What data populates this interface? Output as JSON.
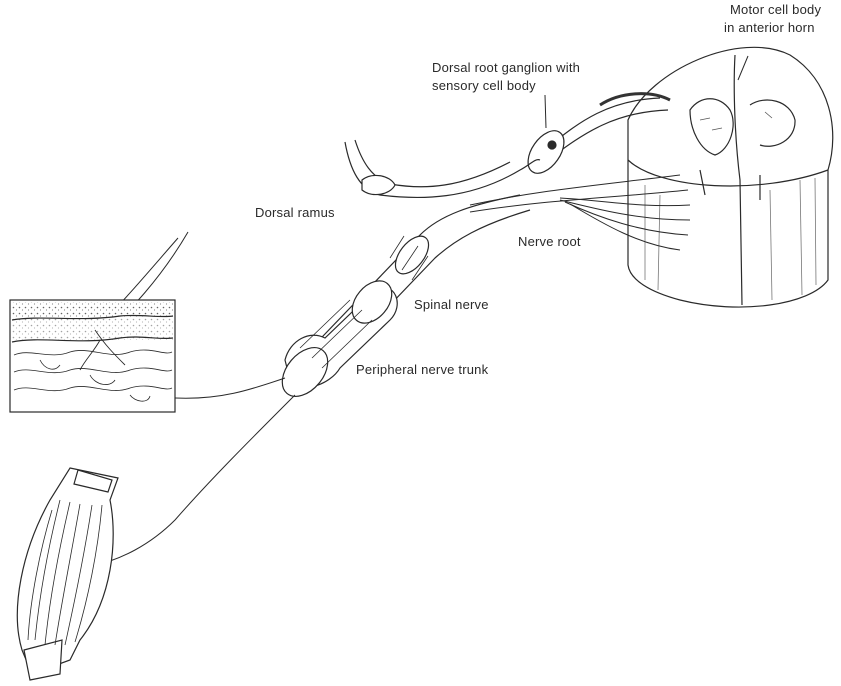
{
  "labels": {
    "motor_cell_line1": "Motor cell body",
    "motor_cell_line2": "in anterior horn",
    "dorsal_root_ganglion_line1": "Dorsal root ganglion with",
    "dorsal_root_ganglion_line2": "sensory cell body",
    "dorsal_ramus": "Dorsal ramus",
    "nerve_root": "Nerve root",
    "spinal_nerve": "Spinal nerve",
    "peripheral_nerve_trunk": "Peripheral nerve trunk"
  },
  "colors": {
    "ink": "#2a2a2a",
    "background": "#ffffff"
  }
}
